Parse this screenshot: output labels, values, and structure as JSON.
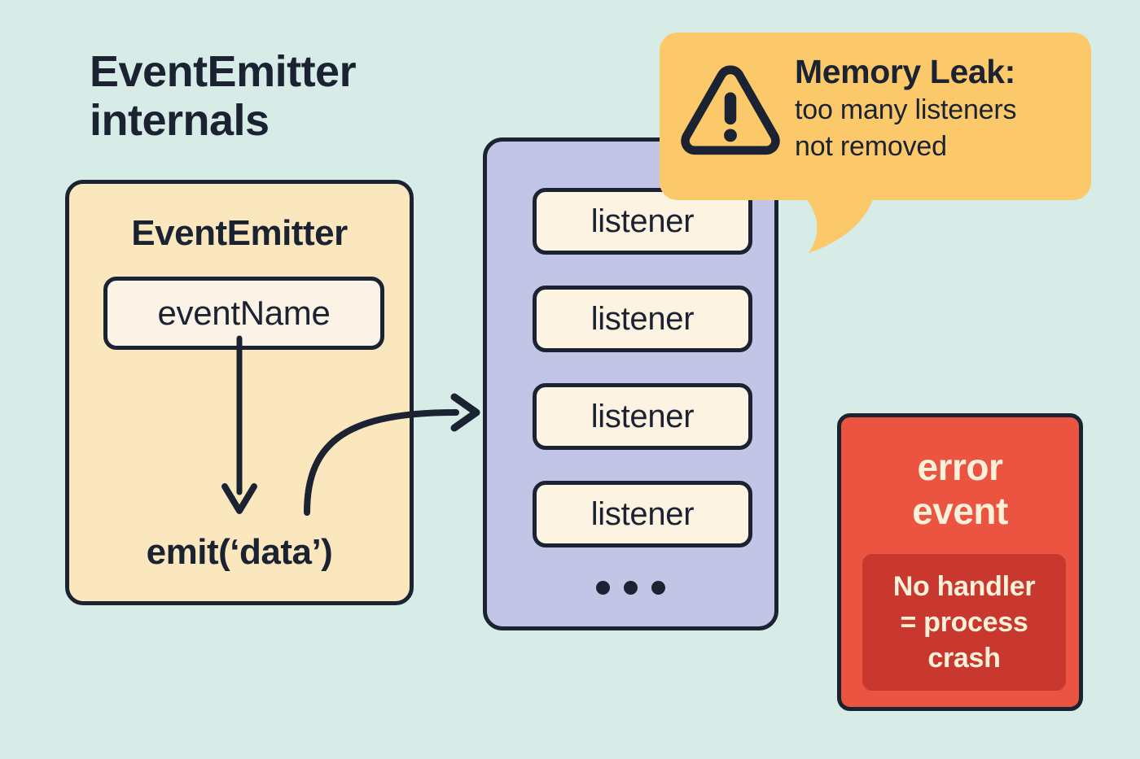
{
  "canvas": {
    "background_color": "#d7ece6",
    "ink_color": "#1b2333"
  },
  "title": {
    "line1": "EventEmitter",
    "line2": "internals"
  },
  "emitter_panel": {
    "heading": "EventEmitter",
    "fill_color": "#fbe7bd",
    "event_name_field": {
      "label": "eventName",
      "fill_color": "#fcf3e7"
    },
    "emit_call": "emit(‘data’)",
    "down_arrow_icon": "arrow-down-icon",
    "curved_arrow_icon": "curved-arrow-right-icon"
  },
  "listener_stack": {
    "fill_color": "#c3c5e6",
    "items": [
      {
        "label": "listener"
      },
      {
        "label": "listener"
      },
      {
        "label": "listener"
      },
      {
        "label": "listener"
      }
    ],
    "more_indicator": "• • •",
    "item_fill_color": "#fdf3e2"
  },
  "memory_leak_callout": {
    "icon": "warning-triangle-icon",
    "heading": "Memory Leak:",
    "body_line1": "too many listeners",
    "body_line2": "not removed",
    "fill_color": "#fbc96a"
  },
  "error_card": {
    "title_line1": "error",
    "title_line2": "event",
    "fill_color": "#ea5441",
    "inner_fill_color": "#c8382f",
    "text_color": "#fdf0d8",
    "detail_line1": "No handler",
    "detail_line2": "= process",
    "detail_line3": "crash"
  }
}
